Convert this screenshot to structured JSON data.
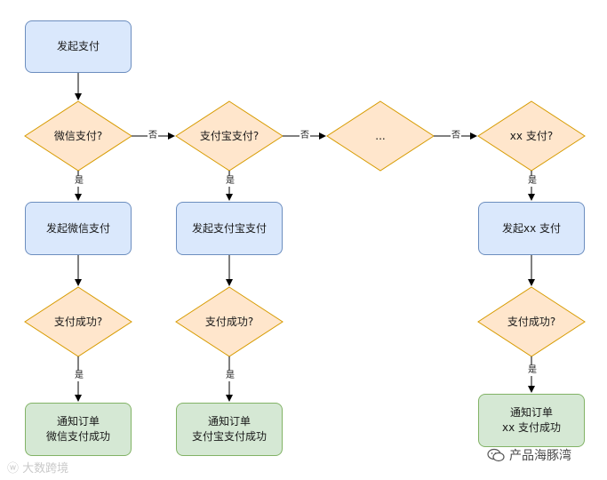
{
  "nodes": {
    "start": "发起支付",
    "q_wechat": "微信支付?",
    "q_alipay": "支付宝支付?",
    "q_more": "...",
    "q_xx": "xx 支付?",
    "act_wechat": "发起微信支付",
    "act_alipay": "发起支付宝支付",
    "act_xx": "发起xx 支付",
    "ok_wechat": "支付成功?",
    "ok_alipay": "支付成功?",
    "ok_xx": "支付成功?",
    "end_wechat": "通知订单\n微信支付成功",
    "end_alipay": "通知订单\n支付宝支付成功",
    "end_xx": "通知订单\nxx 支付成功"
  },
  "edge_labels": {
    "yes": "是",
    "no": "否"
  },
  "watermarks": {
    "left": "大数跨境",
    "right": "产品海豚湾"
  },
  "icons": {
    "wechat": "wechat-logo-icon",
    "weibo": "weibo-logo-icon"
  },
  "colors": {
    "blue_fill": "#dae8fc",
    "blue_stroke": "#6c8ebf",
    "orange_fill": "#ffe6cc",
    "orange_stroke": "#d79b00",
    "green_fill": "#d5e8d4",
    "green_stroke": "#82b366"
  }
}
